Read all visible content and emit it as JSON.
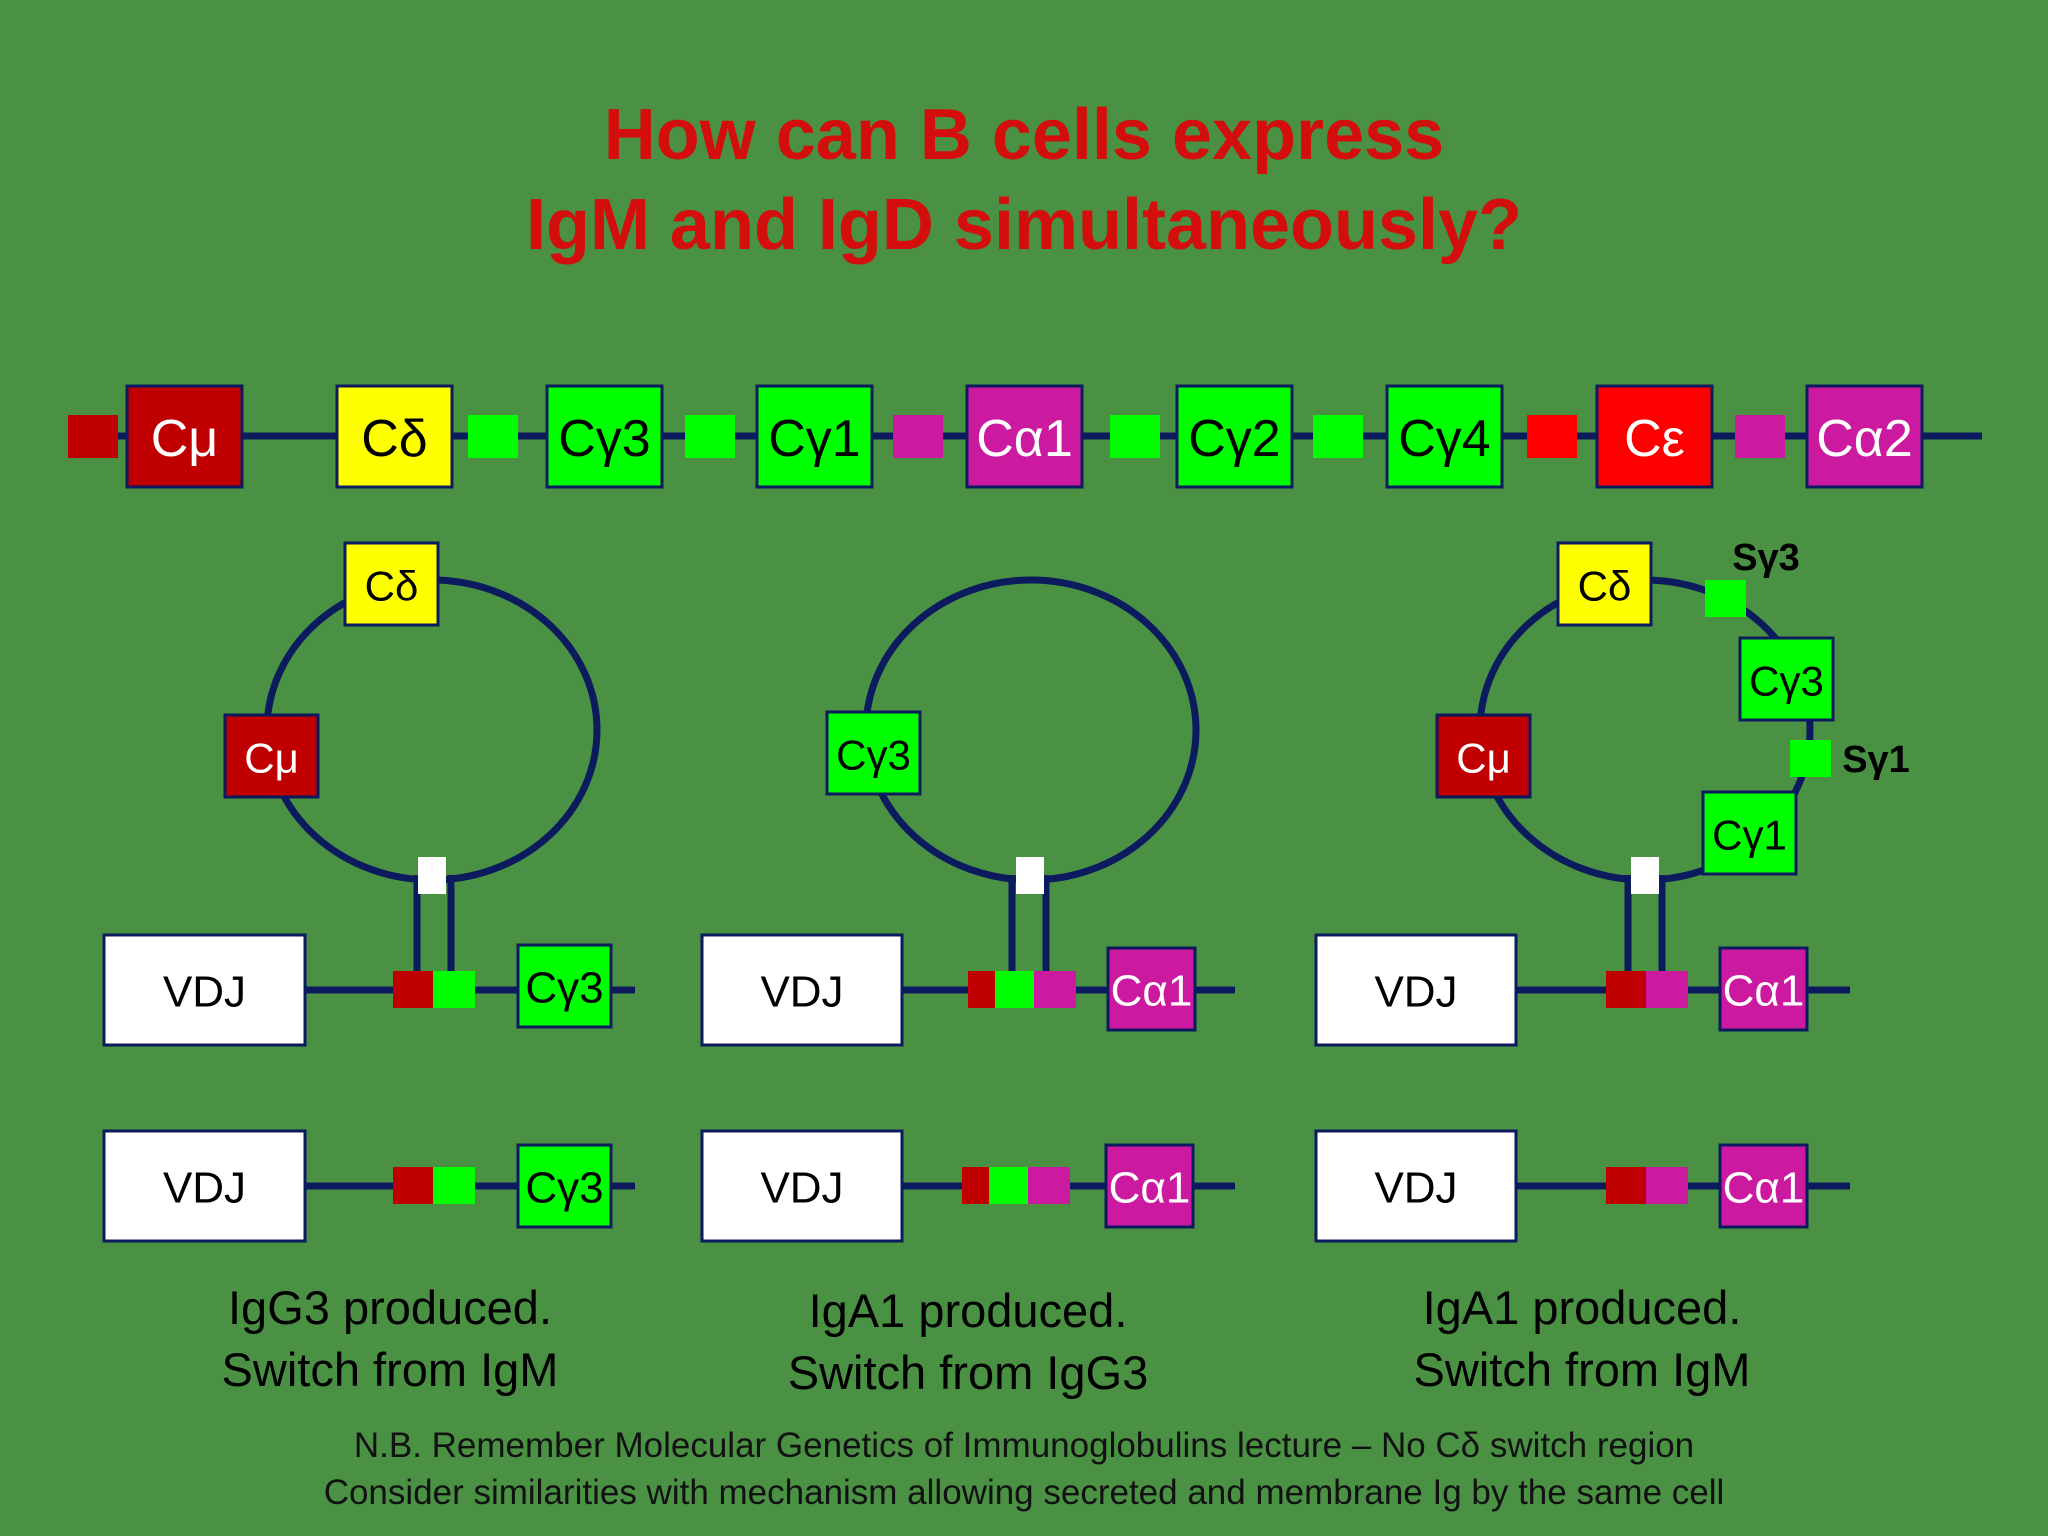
{
  "title": {
    "line1": "How can B cells express",
    "line2": "IgM and IgD simultaneously?"
  },
  "colors": {
    "background": "#4a9144",
    "title": "#d40d0d",
    "line": "#0c1a5e",
    "cmu_dark_red": "#c00000",
    "cdelta_yellow": "#ffff00",
    "cgamma_green": "#00ff00",
    "calpha_magenta": "#cc1aa0",
    "cepsilon_red": "#ff0000",
    "white": "#ffffff"
  },
  "germline": {
    "segments": [
      "Cμ",
      "Cδ",
      "Cγ3",
      "Cγ1",
      "Cα1",
      "Cγ2",
      "Cγ4",
      "Cε",
      "Cα2"
    ]
  },
  "panels": [
    {
      "loop_labels": [
        "Cδ",
        "Cμ"
      ],
      "upper": {
        "vdj": "VDJ",
        "c_label": "Cγ3"
      },
      "lower": {
        "vdj": "VDJ",
        "c_label": "Cγ3"
      },
      "caption": [
        "IgG3 produced.",
        "Switch from IgM"
      ]
    },
    {
      "loop_labels": [
        "Cγ3"
      ],
      "upper": {
        "vdj": "VDJ",
        "c_label": "Cα1"
      },
      "lower": {
        "vdj": "VDJ",
        "c_label": "Cα1"
      },
      "caption": [
        "IgA1 produced.",
        "Switch from IgG3"
      ]
    },
    {
      "loop_labels": [
        "Cδ",
        "Cμ",
        "Cγ3",
        "Cγ1"
      ],
      "switch_labels": [
        "Sγ3",
        "Sγ1"
      ],
      "upper": {
        "vdj": "VDJ",
        "c_label": "Cα1"
      },
      "lower": {
        "vdj": "VDJ",
        "c_label": "Cα1"
      },
      "caption": [
        "IgA1 produced.",
        "Switch from IgM"
      ]
    }
  ],
  "notes": {
    "line1": "N.B. Remember Molecular Genetics of Immunoglobulins lecture – No Cδ switch region",
    "line2": "Consider similarities with mechanism allowing secreted and membrane Ig by the same cell"
  }
}
